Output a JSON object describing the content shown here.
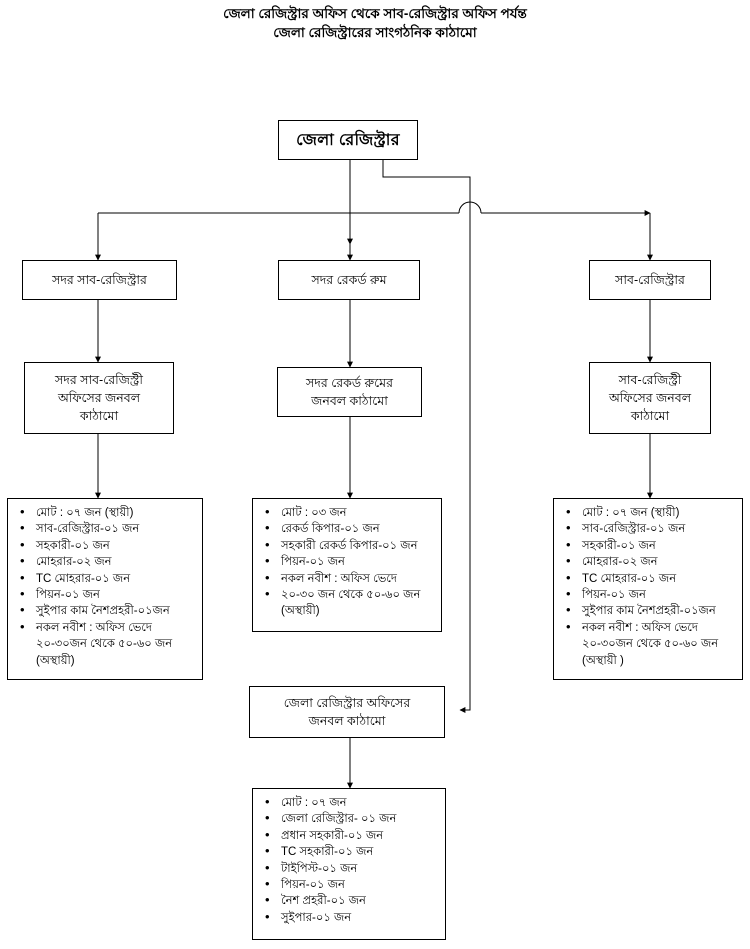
{
  "title": {
    "line1": "জেলা রেজিস্ট্রার অফিস থেকে সাব-রেজিস্ট্রার অফিস পর্যন্ত",
    "line2": "জেলা রেজিস্ট্রারের সাংগঠনিক কাঠামো"
  },
  "chart_data": {
    "type": "diagram",
    "diagram_kind": "organizational-chart",
    "title": "জেলা রেজিস্ট্রার অফিস থেকে সাব-রেজিস্ট্রার অফিস পর্যন্ত জেলা রেজিস্ট্রারের সাংগঠনিক কাঠামো",
    "orientation": "top-down",
    "levels": 4,
    "edges": [
      {
        "from": "root",
        "to": "head-sadar-sub-registrar"
      },
      {
        "from": "root",
        "to": "head-sadar-record-room"
      },
      {
        "from": "root",
        "to": "head-sub-registrar"
      },
      {
        "from": "root",
        "to": "struct-dr-office"
      },
      {
        "from": "head-sadar-sub-registrar",
        "to": "struct-sadar-sub-registry"
      },
      {
        "from": "head-sadar-record-room",
        "to": "struct-sadar-record-room"
      },
      {
        "from": "head-sub-registrar",
        "to": "struct-sub-registry"
      },
      {
        "from": "struct-sadar-sub-registry",
        "to": "list-sadar-sub-registry"
      },
      {
        "from": "struct-sadar-record-room",
        "to": "list-sadar-record-room"
      },
      {
        "from": "struct-sub-registry",
        "to": "list-sub-registry"
      },
      {
        "from": "struct-dr-office",
        "to": "list-dr-office"
      }
    ]
  },
  "root": {
    "label": "জেলা রেজিস্ট্রার"
  },
  "heads": [
    {
      "id": "head-sadar-sub-registrar",
      "label": "সদর সাব-রেজিস্ট্রার"
    },
    {
      "id": "head-sadar-record-room",
      "label": "সদর রেকর্ড রুম"
    },
    {
      "id": "head-sub-registrar",
      "label": "সাব-রেজিস্ট্রার"
    }
  ],
  "structures": [
    {
      "id": "struct-sadar-sub-registry",
      "lines": [
        "সদর সাব-রেজিস্ট্রী",
        "অফিসের জনবল",
        "কাঠামো"
      ]
    },
    {
      "id": "struct-sadar-record-room",
      "lines": [
        "সদর রেকর্ড রুমের",
        "জনবল কাঠামো"
      ]
    },
    {
      "id": "struct-sub-registry",
      "lines": [
        "সাব-রেজিস্ট্রী",
        "অফিসের জনবল",
        "কাঠামো"
      ]
    },
    {
      "id": "struct-dr-office",
      "lines": [
        "জেলা রেজিস্ট্রার অফিসের",
        "জনবল কাঠামো"
      ]
    }
  ],
  "lists": {
    "sadar_sub_registry": [
      "মোট : ০৭ জন (স্থায়ী)",
      "সাব-রেজিস্ট্রার-০১ জন",
      "সহকারী-০১ জন",
      "মোহরার-০২ জন",
      "TC মোহরার-০১ জন",
      "পিয়ন-০১ জন",
      "সুইপার কাম নৈশপ্রহরী-০১জন",
      "নকল নবীশ : অফিস ভেদে ২০-৩০জন থেকে ৫০-৬০ জন (অস্থায়ী)"
    ],
    "sadar_record_room": [
      "মোট : ০৩ জন",
      "রেকর্ড কিপার-০১ জন",
      "সহকারী রেকর্ড কিপার-০১ জন",
      "পিয়ন-০১ জন",
      "নকল নবীশ : অফিস ভেদে",
      "২০-৩০ জন থেকে ৫০-৬০ জন (অস্থায়ী)"
    ],
    "sub_registry": [
      "মোট : ০৭ জন (স্থায়ী)",
      "সাব-রেজিস্ট্রার-০১ জন",
      "সহকারী-০১ জন",
      "মোহরার-০২ জন",
      "TC মোহরার-০১ জন",
      "পিয়ন-০১ জন",
      "সুইপার কাম নৈশপ্রহরী-০১জন",
      "নকল নবীশ : অফিস ভেদে ২০-৩০জন থেকে ৫০-৬০ জন (অস্থায়ী )"
    ],
    "dr_office": [
      "মোট : ০৭ জন",
      "জেলা রেজিস্ট্রার- ০১ জন",
      "প্রধান সহকারী-০১ জন",
      "TC সহকারী-০১ জন",
      "টাইপিস্ট-০১ জন",
      "পিয়ন-০১ জন",
      "নৈশ প্রহরী-০১ জন",
      "সুইপার-০১ জন"
    ]
  }
}
